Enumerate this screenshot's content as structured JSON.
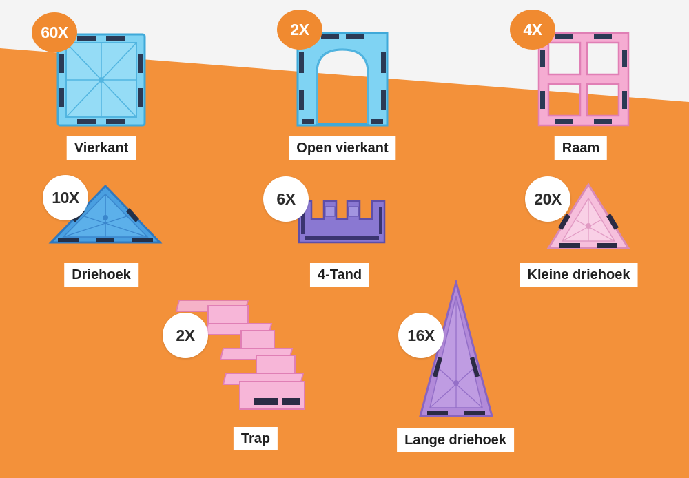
{
  "pieces": [
    {
      "count": "60X",
      "name": "Vierkant"
    },
    {
      "count": "2X",
      "name": "Open vierkant"
    },
    {
      "count": "4X",
      "name": "Raam"
    },
    {
      "count": "10X",
      "name": "Driehoek"
    },
    {
      "count": "6X",
      "name": "4-Tand"
    },
    {
      "count": "20X",
      "name": "Kleine driehoek"
    },
    {
      "count": "2X",
      "name": "Trap"
    },
    {
      "count": "16X",
      "name": "Lange driehoek"
    }
  ],
  "colors": {
    "background": "#f3913a",
    "top_band": "#f4f4f4",
    "badge_orange": "#f08a30",
    "blue": "#5ec6ef",
    "dark_blue": "#3f8fd6",
    "pink": "#f3a6cf",
    "purple": "#8f79cf",
    "violet": "#b388dc"
  }
}
